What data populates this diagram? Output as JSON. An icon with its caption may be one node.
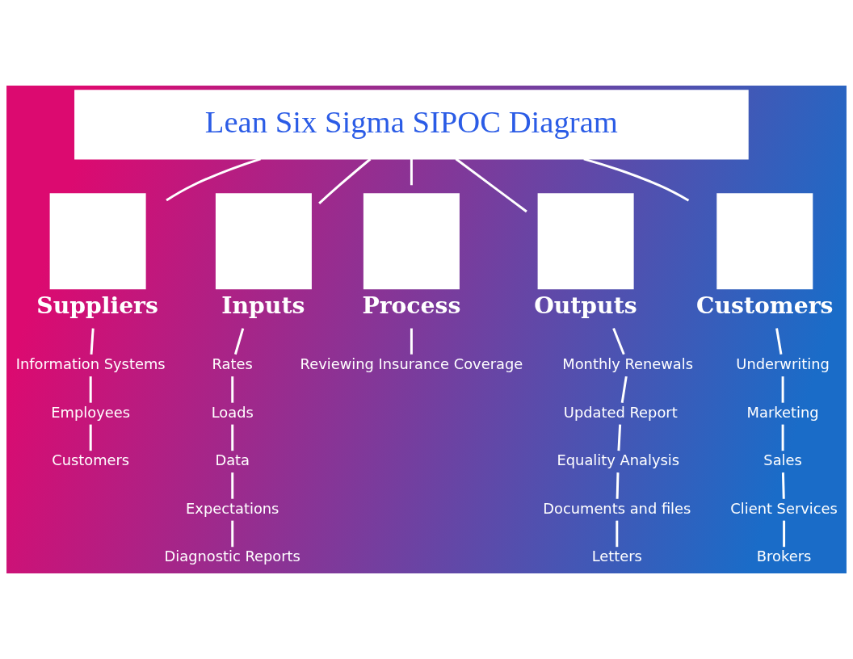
{
  "diagram": {
    "nodes": [
      {
        "text": [
          "Lean Six Sigma SIPOC Diagram"
        ]
      },
      {
        "text": [
          "Suppliers"
        ]
      },
      {
        "text": [
          "Inputs"
        ]
      },
      {
        "text": [
          "Process"
        ]
      },
      {
        "text": [
          "Outputs"
        ]
      },
      {
        "text": [
          "Customers"
        ]
      },
      {
        "text": [
          "Information Systems"
        ]
      },
      {
        "text": [
          "Employees"
        ]
      },
      {
        "text": [
          "Customers"
        ]
      },
      {
        "text": [
          "Rates"
        ]
      },
      {
        "text": [
          "Loads"
        ]
      },
      {
        "text": [
          "Data"
        ]
      },
      {
        "text": [
          "Expectations"
        ]
      },
      {
        "text": [
          "Diagnostic Reports"
        ]
      },
      {
        "text": [
          "Reviewing Insurance Coverage"
        ]
      },
      {
        "text": [
          "Monthly Renewals"
        ]
      },
      {
        "text": [
          "Updated Report"
        ]
      },
      {
        "text": [
          "Equality Analysis"
        ]
      },
      {
        "text": [
          "Documents and files"
        ]
      },
      {
        "text": [
          "Letters"
        ]
      },
      {
        "text": [
          "Underwriting"
        ]
      },
      {
        "text": [
          "Marketing"
        ]
      },
      {
        "text": [
          "Sales"
        ]
      },
      {
        "text": [
          "Client Services"
        ]
      },
      {
        "text": [
          "Brokers"
        ]
      }
    ],
    "edges": [
      {
        "from": 0,
        "to": 1,
        "arrow": "none"
      },
      {
        "from": 0,
        "to": 2,
        "arrow": "none"
      },
      {
        "from": 0,
        "to": 3,
        "arrow": "none"
      },
      {
        "from": 0,
        "to": 4,
        "arrow": "none"
      },
      {
        "from": 0,
        "to": 5,
        "arrow": "none"
      },
      {
        "from": 1,
        "to": 6,
        "arrow": "none"
      },
      {
        "from": 6,
        "to": 7,
        "arrow": "none"
      },
      {
        "from": 7,
        "to": 8,
        "arrow": "none"
      },
      {
        "from": 2,
        "to": 9,
        "arrow": "none"
      },
      {
        "from": 9,
        "to": 10,
        "arrow": "none"
      },
      {
        "from": 10,
        "to": 11,
        "arrow": "none"
      },
      {
        "from": 11,
        "to": 12,
        "arrow": "none"
      },
      {
        "from": 12,
        "to": 13,
        "arrow": "none"
      },
      {
        "from": 3,
        "to": 14,
        "arrow": "none"
      },
      {
        "from": 4,
        "to": 15,
        "arrow": "none"
      },
      {
        "from": 15,
        "to": 16,
        "arrow": "none"
      },
      {
        "from": 16,
        "to": 17,
        "arrow": "none"
      },
      {
        "from": 17,
        "to": 18,
        "arrow": "none"
      },
      {
        "from": 18,
        "to": 19,
        "arrow": "none"
      },
      {
        "from": 5,
        "to": 20,
        "arrow": "none"
      },
      {
        "from": 20,
        "to": 21,
        "arrow": "none"
      },
      {
        "from": 21,
        "to": 22,
        "arrow": "none"
      },
      {
        "from": 22,
        "to": 23,
        "arrow": "none"
      },
      {
        "from": 23,
        "to": 24,
        "arrow": "none"
      }
    ]
  }
}
